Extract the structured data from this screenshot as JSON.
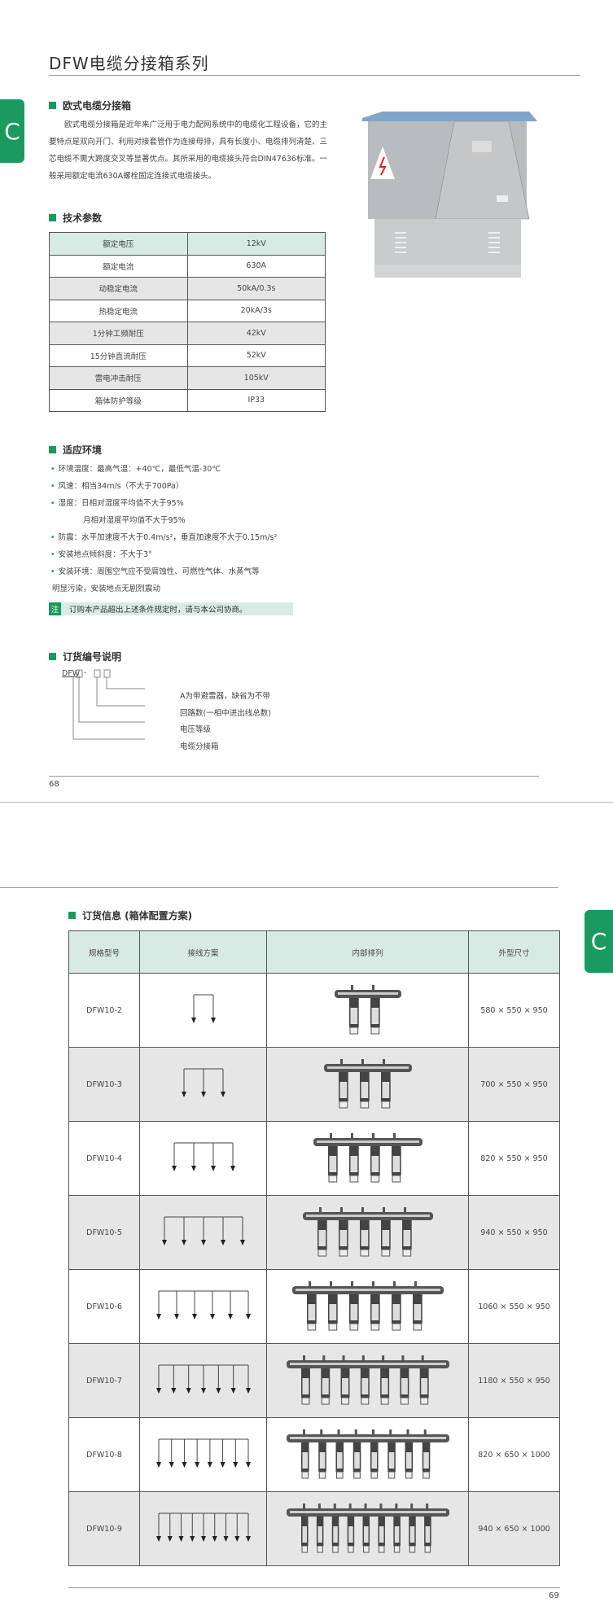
{
  "page1": {
    "title": "DFW电缆分接箱系列",
    "tab_letter": "C",
    "intro": {
      "heading": "欧式电缆分接箱",
      "text": "欧式电缆分接箱是近年来广泛用于电力配网系统中的电缆化工程设备，它的主要特点是双向开门、利用对接套管作为连接母排，具有长度小、电缆排列清楚、三芯电缆不需大跨度交叉等显著优点。其所采用的电缆接头符合DIN47636标准。一般采用额定电流630A螺栓固定连接式电缆接头。"
    },
    "spec": {
      "heading": "技术参数",
      "rows": [
        [
          "额定电压",
          "12kV"
        ],
        [
          "额定电流",
          "630A"
        ],
        [
          "动稳定电流",
          "50kA/0.3s"
        ],
        [
          "热稳定电流",
          "20kA/3s"
        ],
        [
          "1分钟工频耐压",
          "42kV"
        ],
        [
          "15分钟直流耐压",
          "52kV"
        ],
        [
          "雷电冲击耐压",
          "105kV"
        ],
        [
          "箱体防护等级",
          "IP33"
        ]
      ]
    },
    "env": {
      "heading": "适应环境",
      "items": [
        "环境温度：最高气温：+40℃，最低气温-30℃",
        "风速：相当34m/s（不大于700Pa）",
        "湿度：日相对湿度平均值不大于95%",
        "月相对湿度平均值不大于95%",
        "防震：水平加速度不大于0.4m/s²，垂直加速度不大于0.15m/s²",
        "安装地点倾斜度：不大于3°",
        "安装环境：周围空气应不受腐蚀性、可燃性气体、水蒸气等",
        "明显污染，安装地点无剧烈震动"
      ]
    },
    "note": {
      "tag": "注",
      "text": "订购本产品超出上述条件规定时，请与本公司协商。"
    },
    "code": {
      "heading": "订货编号说明",
      "prefix": "DFW",
      "dash": "-",
      "labels": [
        "A为带避雷器，缺省为不带",
        "回路数(一相中进出线总数)",
        "电压等级",
        "电缆分接箱"
      ]
    },
    "page_number": "68"
  },
  "page2": {
    "tab_letter": "C",
    "heading": "订货信息 (箱体配置方案)",
    "headers": [
      "规格型号",
      "接线方案",
      "内部排列",
      "外型尺寸"
    ],
    "rows": [
      {
        "model": "DFW10-2",
        "ways": 2,
        "size": "580 × 550 × 950"
      },
      {
        "model": "DFW10-3",
        "ways": 3,
        "size": "700 × 550 × 950"
      },
      {
        "model": "DFW10-4",
        "ways": 4,
        "size": "820 × 550 × 950"
      },
      {
        "model": "DFW10-5",
        "ways": 5,
        "size": "940 × 550 × 950"
      },
      {
        "model": "DFW10-6",
        "ways": 6,
        "size": "1060 × 550 × 950"
      },
      {
        "model": "DFW10-7",
        "ways": 7,
        "size": "1180 × 550 × 950"
      },
      {
        "model": "DFW10-8",
        "ways": 8,
        "size": "820 × 650 × 1000"
      },
      {
        "model": "DFW10-9",
        "ways": 9,
        "size": "940 × 650 × 1000"
      }
    ],
    "page_number": "69"
  },
  "colors": {
    "accent": "#1a9a5e",
    "header_bg": "#d7eae3",
    "row_gray": "#e6e6e6"
  }
}
